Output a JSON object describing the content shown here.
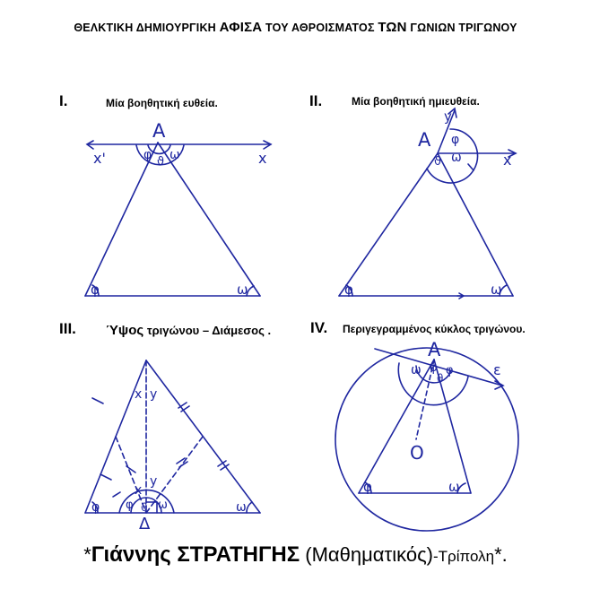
{
  "header": {
    "title_part1": "ΘΕΛΚΤΙΚΗ ΔΗΜΙΟΥΡΓΙΚΗ",
    "title_bold": "ΑΦΙΣΑ",
    "title_part2": "ΤΟΥ ΑΘΡΟΙΣΜΑΤΟΣ",
    "title_bold2": "ΤΩΝ",
    "title_part3": "ΓΩΝΙΩΝ ΤΡΙΓΩΝΟΥ"
  },
  "panels": [
    {
      "roman": "I.",
      "caption": "Μία βοηθητική ευθεία."
    },
    {
      "roman": "II.",
      "caption": "Μία βοηθητική ημιευθεία."
    },
    {
      "roman": "III.",
      "caption_bold": "Ύψος",
      "caption_rest": "τριγώνου – Διάμεσος ."
    },
    {
      "roman": "IV.",
      "caption": "Περιγεγραμμένος κύκλος τριγώνου."
    }
  ],
  "labels": {
    "vertex_A": "A",
    "x_prime": "x'",
    "x": "x",
    "y": "y",
    "phi": "φ",
    "omega": "ω",
    "theta": "ϑ",
    "x_angle": "x",
    "delta": "Δ",
    "center_O": "O",
    "epsilon": "ε"
  },
  "footer": {
    "star_open": "*",
    "name": "Γιάννης ΣΤΡΑΤΗΓΗΣ",
    "role": "(Μαθηματικός)",
    "city": "-Τρίπολη",
    "star_close": "*."
  },
  "colors": {
    "ink": "#1f27a0",
    "text": "#000000"
  }
}
